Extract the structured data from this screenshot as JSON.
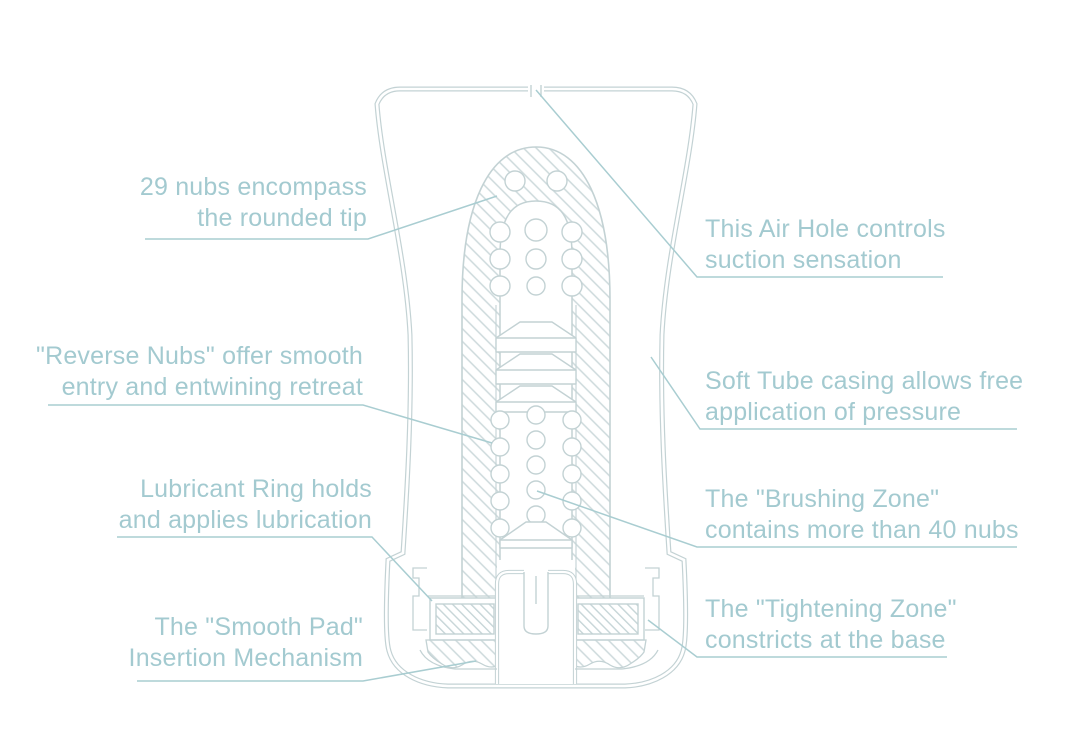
{
  "title": "Soft tube cup cross-section diagram",
  "colors": {
    "background": "#ffffff",
    "label_text": "#a3cad0",
    "leader_line": "#a9cdd1",
    "drawing_line": "#c3d2d4"
  },
  "labels": {
    "nubs_tip": "29 nubs encompass\nthe rounded tip",
    "air_hole": "This Air Hole controls\nsuction sensation",
    "reverse_nubs": "\"Reverse Nubs\" offer smooth\nentry and entwining retreat",
    "soft_tube": "Soft Tube casing allows free\napplication of pressure",
    "lubricant_ring": "Lubricant Ring holds\nand applies lubrication",
    "brushing_zone": "The \"Brushing Zone\"\ncontains more than 40 nubs",
    "smooth_pad": "The \"Smooth Pad\"\nInsertion Mechanism",
    "tightening_zone": "The \"Tightening Zone\"\nconstricts at the base"
  }
}
